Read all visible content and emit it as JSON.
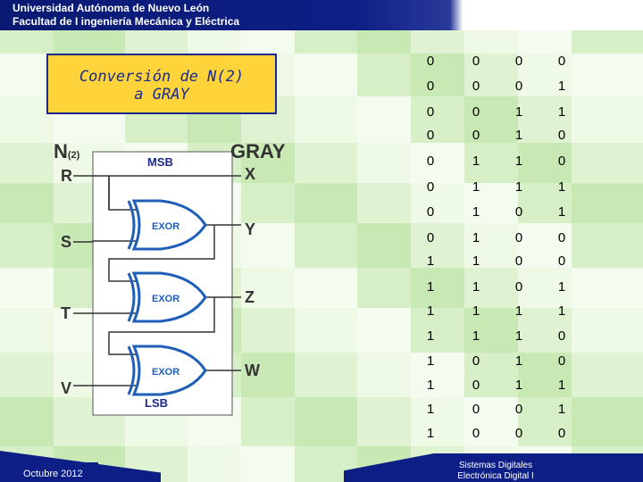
{
  "header": {
    "line1": "Universidad Autónoma de Nuevo León",
    "line2": "Facultad de I ingeniería Mecánica y Eléctrica"
  },
  "title": {
    "line1": "Conversión de N(2)",
    "line2": "a GRAY"
  },
  "diagram": {
    "input_title": "N",
    "input_title_sub": "(2)",
    "output_title": "GRAY",
    "inputs": [
      "R",
      "S",
      "T",
      "V"
    ],
    "outputs": [
      "X",
      "Y",
      "Z",
      "W"
    ],
    "msb": "MSB",
    "lsb": "LSB",
    "gates": [
      "EXOR",
      "EXOR",
      "EXOR"
    ]
  },
  "table": {
    "rows": [
      [
        "0",
        "0",
        "0",
        "0"
      ],
      [
        "0",
        "0",
        "0",
        "1"
      ],
      [
        "0",
        "0",
        "1",
        "1"
      ],
      [
        "0",
        "0",
        "1",
        "0"
      ],
      [
        "0",
        "1",
        "1",
        "0"
      ],
      [
        "0",
        "1",
        "1",
        "1"
      ],
      [
        "0",
        "1",
        "0",
        "1"
      ],
      [
        "0",
        "1",
        "0",
        "0"
      ],
      [
        "1",
        "1",
        "0",
        "0"
      ],
      [
        "1",
        "1",
        "0",
        "1"
      ],
      [
        "1",
        "1",
        "1",
        "1"
      ],
      [
        "1",
        "1",
        "1",
        "0"
      ],
      [
        "1",
        "0",
        "1",
        "0"
      ],
      [
        "1",
        "0",
        "1",
        "1"
      ],
      [
        "1",
        "0",
        "0",
        "1"
      ],
      [
        "1",
        "0",
        "0",
        "0"
      ]
    ]
  },
  "footer": {
    "date": "Octubre 2012",
    "course_line1": "Sistemas Digitales",
    "course_line2": "Electrónica Digital I"
  },
  "colors": {
    "header_blue": "#0d1f86",
    "title_box": "#ffd43a",
    "gate_blue": "#1f5fb8",
    "diagram_bg": "#ffffff"
  }
}
